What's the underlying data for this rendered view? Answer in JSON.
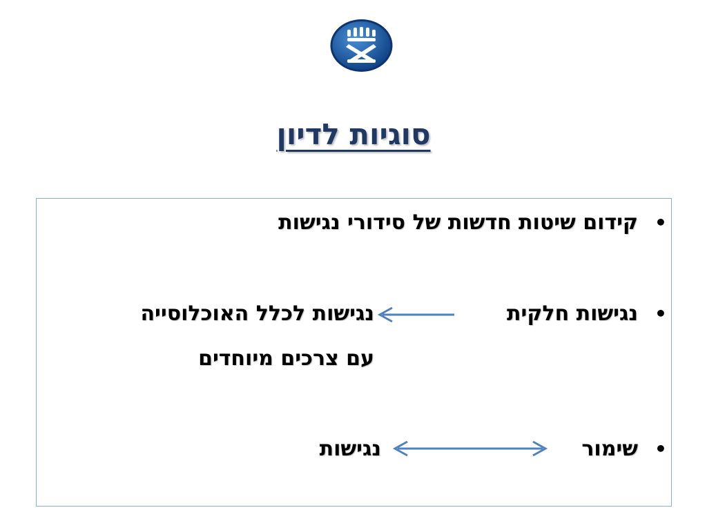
{
  "logo": {
    "icon": "institute-logo-icon",
    "color": "#1f5fa8"
  },
  "title": "סוגיות לדיון",
  "bullets": [
    {
      "bullet": "•",
      "text": "קידום שיטות חדשות של סידורי נגישות"
    },
    {
      "bullet": "•",
      "left_term": "נגישות חלקית",
      "right_term": "נגישות לכלל האוכלוסייה",
      "continuation": "עם צרכים מיוחדים",
      "arrow": "arrow-left-icon"
    },
    {
      "bullet": "•",
      "left_term": "שימור",
      "right_term": "נגישות",
      "arrow": "arrow-double-icon"
    }
  ],
  "colors": {
    "title": "#1f3864",
    "arrow": "#4f81bd",
    "box_border": "#8eaadb"
  }
}
